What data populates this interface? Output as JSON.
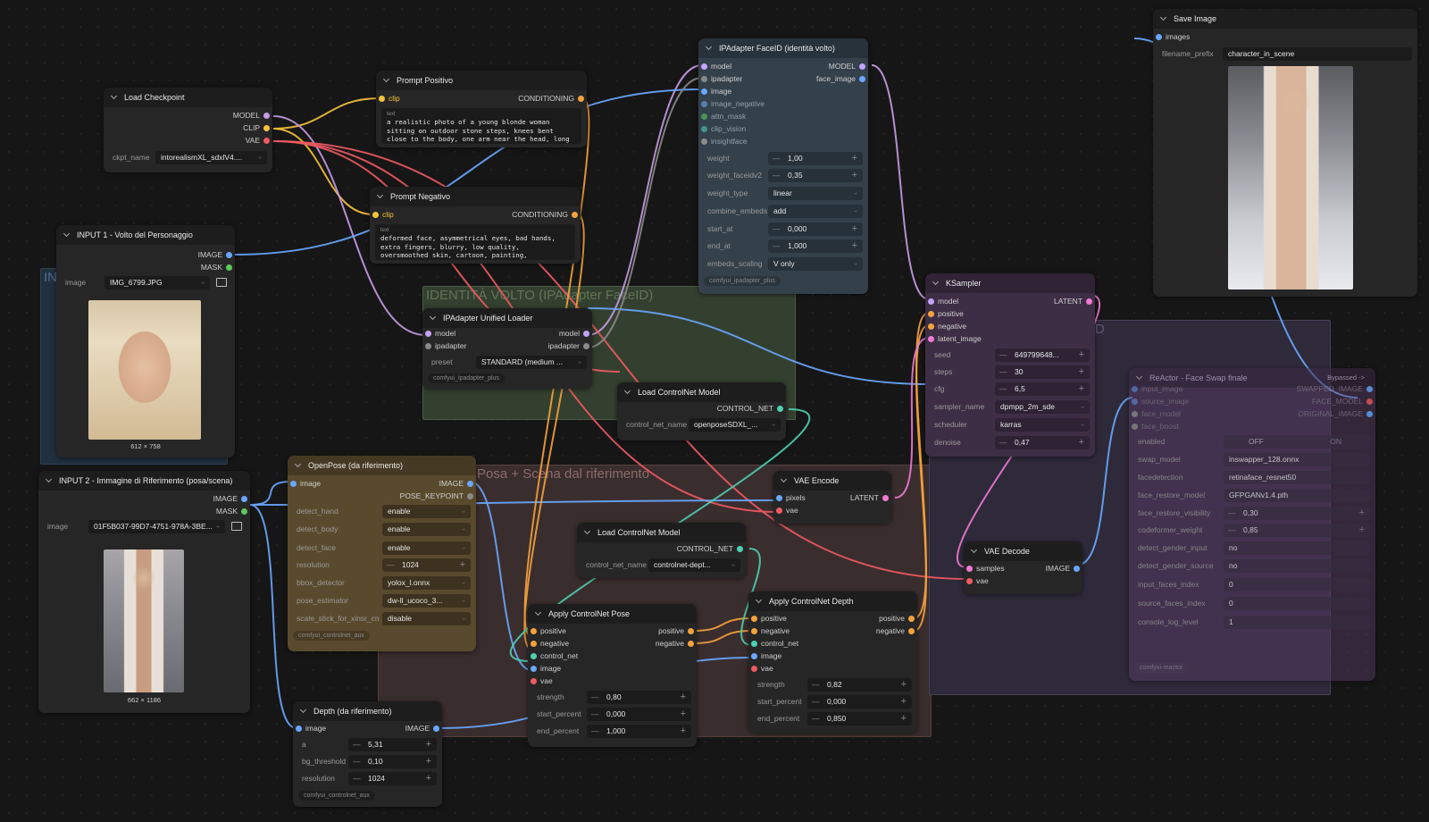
{
  "groups": {
    "identita": "IDENTITÀ VOLTO (IPAdapter FaceID)",
    "posa": "Posa + Scena dal riferimento",
    "input_stub": "IN",
    "faceswap_stub": "D"
  },
  "load_checkpoint": {
    "title": "Load Checkpoint",
    "out_model": "MODEL",
    "out_clip": "CLIP",
    "out_vae": "VAE",
    "ckpt_label": "ckpt_name",
    "ckpt_value": "intorealismXL_sdxlV4...."
  },
  "prompt_pos": {
    "title": "Prompt Positivo",
    "in_clip": "clip",
    "out": "CONDITIONING",
    "text_label": "text",
    "text": "a realistic photo of a young blonde woman sitting on outdoor stone steps, knees bent close to the body, one arm near the head, long"
  },
  "prompt_neg": {
    "title": "Prompt Negativo",
    "in_clip": "clip",
    "out": "CONDITIONING",
    "text_label": "text",
    "text": "deformed face, asymmetrical eyes, bad hands, extra fingers, blurry, low quality, oversmoothed skin, cartoon, painting,"
  },
  "input1": {
    "title": "INPUT 1 - Volto del Personaggio",
    "out_image": "IMAGE",
    "out_mask": "MASK",
    "image_label": "image",
    "image_value": "IMG_6799.JPG",
    "caption": "612 × 758"
  },
  "input2": {
    "title": "INPUT 2 - Immagine di Riferimento (posa/scena)",
    "out_image": "IMAGE",
    "out_mask": "MASK",
    "image_label": "image",
    "image_value": "01F5B037-99D7-4751-978A-3BE...",
    "caption": "662 × 1186"
  },
  "ipa_faceid": {
    "title": "IPAdapter FaceID (identità volto)",
    "inputs": [
      "model",
      "ipadapter",
      "image",
      "image_negative",
      "attn_mask",
      "clip_vision",
      "insightface"
    ],
    "out_model": "MODEL",
    "out_face": "face_image",
    "widgets": [
      {
        "label": "weight",
        "value": "1,00"
      },
      {
        "label": "weight_faceidv2",
        "value": "0,35"
      },
      {
        "label": "weight_type",
        "value": "linear"
      },
      {
        "label": "combine_embeds",
        "value": "add"
      },
      {
        "label": "start_at",
        "value": "0,000"
      },
      {
        "label": "end_at",
        "value": "1,000"
      },
      {
        "label": "embeds_scaling",
        "value": "V only"
      }
    ],
    "badge": "comfyui_ipadapter_plus"
  },
  "ipa_loader": {
    "title": "IPAdapter Unified Loader",
    "in_model": "model",
    "in_ipadapter": "ipadapter",
    "out_model": "model",
    "out_ipadapter": "ipadapter",
    "preset_label": "preset",
    "preset_value": "STANDARD (medium ...",
    "badge": "comfyui_ipadapter_plus"
  },
  "cn_model1": {
    "title": "Load ControlNet Model",
    "out": "CONTROL_NET",
    "label": "control_net_name",
    "value": "openposeSDXL_..."
  },
  "cn_model2": {
    "title": "Load ControlNet Model",
    "out": "CONTROL_NET",
    "label": "control_net_name",
    "value": "controlnet-dept..."
  },
  "openpose": {
    "title": "OpenPose (da riferimento)",
    "in_image": "image",
    "out_image": "IMAGE",
    "out_kp": "POSE_KEYPOINT",
    "widgets": [
      {
        "label": "detect_hand",
        "value": "enable"
      },
      {
        "label": "detect_body",
        "value": "enable"
      },
      {
        "label": "detect_face",
        "value": "enable"
      },
      {
        "label": "resolution",
        "value": "1024"
      },
      {
        "label": "bbox_detector",
        "value": "yolox_l.onnx"
      },
      {
        "label": "pose_estimator",
        "value": "dw-ll_ucoco_3..."
      },
      {
        "label": "scale_stick_for_xinsr_cn",
        "value": "disable"
      }
    ],
    "badge": "comfyui_controlnet_aux"
  },
  "depth": {
    "title": "Depth (da riferimento)",
    "in_image": "image",
    "out_image": "IMAGE",
    "widgets": [
      {
        "label": "a",
        "value": "5,31"
      },
      {
        "label": "bg_threshold",
        "value": "0,10"
      },
      {
        "label": "resolution",
        "value": "1024"
      }
    ],
    "badge": "comfyui_controlnet_aux"
  },
  "apply_pose": {
    "title": "Apply ControlNet Pose",
    "inputs": [
      "positive",
      "negative",
      "control_net",
      "image",
      "vae"
    ],
    "out_pos": "positive",
    "out_neg": "negative",
    "widgets": [
      {
        "label": "strength",
        "value": "0,80"
      },
      {
        "label": "start_percent",
        "value": "0,000"
      },
      {
        "label": "end_percent",
        "value": "1,000"
      }
    ]
  },
  "apply_depth": {
    "title": "Apply ControlNet Depth",
    "inputs": [
      "positive",
      "negative",
      "control_net",
      "image",
      "vae"
    ],
    "out_pos": "positive",
    "out_neg": "negative",
    "widgets": [
      {
        "label": "strength",
        "value": "0,82"
      },
      {
        "label": "start_percent",
        "value": "0,000"
      },
      {
        "label": "end_percent",
        "value": "0,850"
      }
    ]
  },
  "vae_encode": {
    "title": "VAE Encode",
    "in_pixels": "pixels",
    "in_vae": "vae",
    "out": "LATENT"
  },
  "vae_decode": {
    "title": "VAE Decode",
    "in_samples": "samples",
    "in_vae": "vae",
    "out": "IMAGE"
  },
  "ksampler": {
    "title": "KSampler",
    "inputs": [
      "model",
      "positive",
      "negative",
      "latent_image"
    ],
    "out": "LATENT",
    "widgets": [
      {
        "label": "seed",
        "value": "649799648..."
      },
      {
        "label": "steps",
        "value": "30"
      },
      {
        "label": "cfg",
        "value": "6,5"
      },
      {
        "label": "sampler_name",
        "value": "dpmpp_2m_sde"
      },
      {
        "label": "scheduler",
        "value": "karras"
      },
      {
        "label": "denoise",
        "value": "0,47"
      }
    ]
  },
  "save": {
    "title": "Save Image",
    "in_images": "images",
    "prefix_label": "filename_prefix",
    "prefix_value": "character_in_scene"
  },
  "reactor": {
    "title": "ReActor - Face Swap finale",
    "status": "Bypassed ->",
    "inputs": [
      "input_image",
      "source_image",
      "face_model",
      "face_boost"
    ],
    "outputs": [
      "SWAPPED_IMAGE",
      "FACE_MODEL",
      "ORIGINAL_IMAGE"
    ],
    "toggle_off": "OFF",
    "toggle_on": "ON",
    "widgets": [
      {
        "label": "enabled",
        "value": ""
      },
      {
        "label": "swap_model",
        "value": "inswapper_128.onnx"
      },
      {
        "label": "facedetection",
        "value": "retinaface_resnet50"
      },
      {
        "label": "face_restore_model",
        "value": "GFPGANv1.4.pth"
      },
      {
        "label": "face_restore_visibility",
        "value": "0,30"
      },
      {
        "label": "codeformer_weight",
        "value": "0,85"
      },
      {
        "label": "detect_gender_input",
        "value": "no"
      },
      {
        "label": "detect_gender_source",
        "value": "no"
      },
      {
        "label": "input_faces_index",
        "value": "0"
      },
      {
        "label": "source_faces_index",
        "value": "0"
      },
      {
        "label": "console_log_level",
        "value": "1"
      }
    ],
    "badge": "comfyui-reactor"
  }
}
